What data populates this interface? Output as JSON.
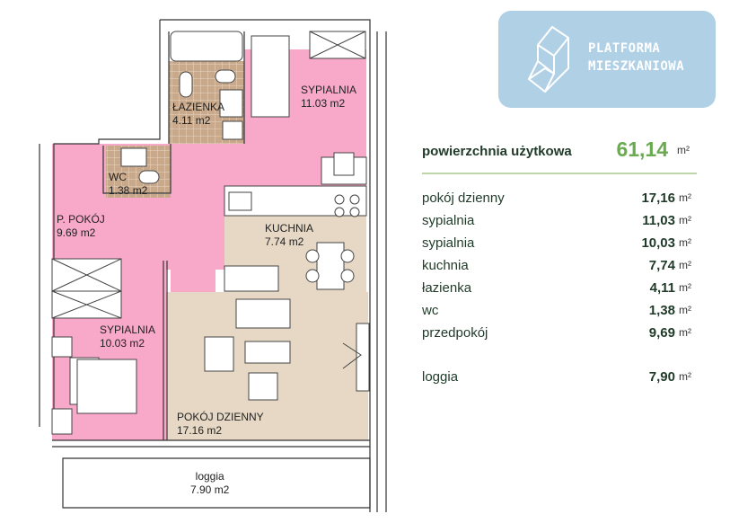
{
  "logo": {
    "line1": "PLATFORMA",
    "line2": "MIESZKANIOWA"
  },
  "summary": {
    "label": "powierzchnia użytkowa",
    "value": "61,14",
    "unit": "m²"
  },
  "rooms": [
    {
      "name": "pokój dzienny",
      "value": "17,16",
      "unit": "m²"
    },
    {
      "name": "sypialnia",
      "value": "11,03",
      "unit": "m²"
    },
    {
      "name": "sypialnia",
      "value": "10,03",
      "unit": "m²"
    },
    {
      "name": "kuchnia",
      "value": "7,74",
      "unit": "m²"
    },
    {
      "name": "łazienka",
      "value": "4,11",
      "unit": "m²"
    },
    {
      "name": "wc",
      "value": "1,38",
      "unit": "m²"
    },
    {
      "name": "przedpokój",
      "value": "9,69",
      "unit": "m²"
    }
  ],
  "loggia": {
    "name": "loggia",
    "value": "7,90",
    "unit": "m²"
  },
  "plan": {
    "bedroom1": {
      "name": "SYPIALNIA",
      "area": "11.03 m2"
    },
    "bathroom": {
      "name": "ŁAZIENKA",
      "area": "4.11 m2"
    },
    "wc": {
      "name": "WC",
      "area": "1.38 m2"
    },
    "hall": {
      "name": "P. POKÓJ",
      "area": "9.69 m2"
    },
    "kitchen": {
      "name": "KUCHNIA",
      "area": "7.74 m2"
    },
    "bedroom2": {
      "name": "SYPIALNIA",
      "area": "10.03 m2"
    },
    "living": {
      "name": "POKÓJ DZIENNY",
      "area": "17.16 m2"
    },
    "loggia": {
      "name": "loggia",
      "area": "7.90 m2"
    }
  },
  "colors": {
    "pink": "#f8a8c8",
    "beige": "#e6d8c4",
    "tile": "#c9a98b",
    "logo_bg": "#b0d0e6",
    "green": "#6aaa50"
  }
}
